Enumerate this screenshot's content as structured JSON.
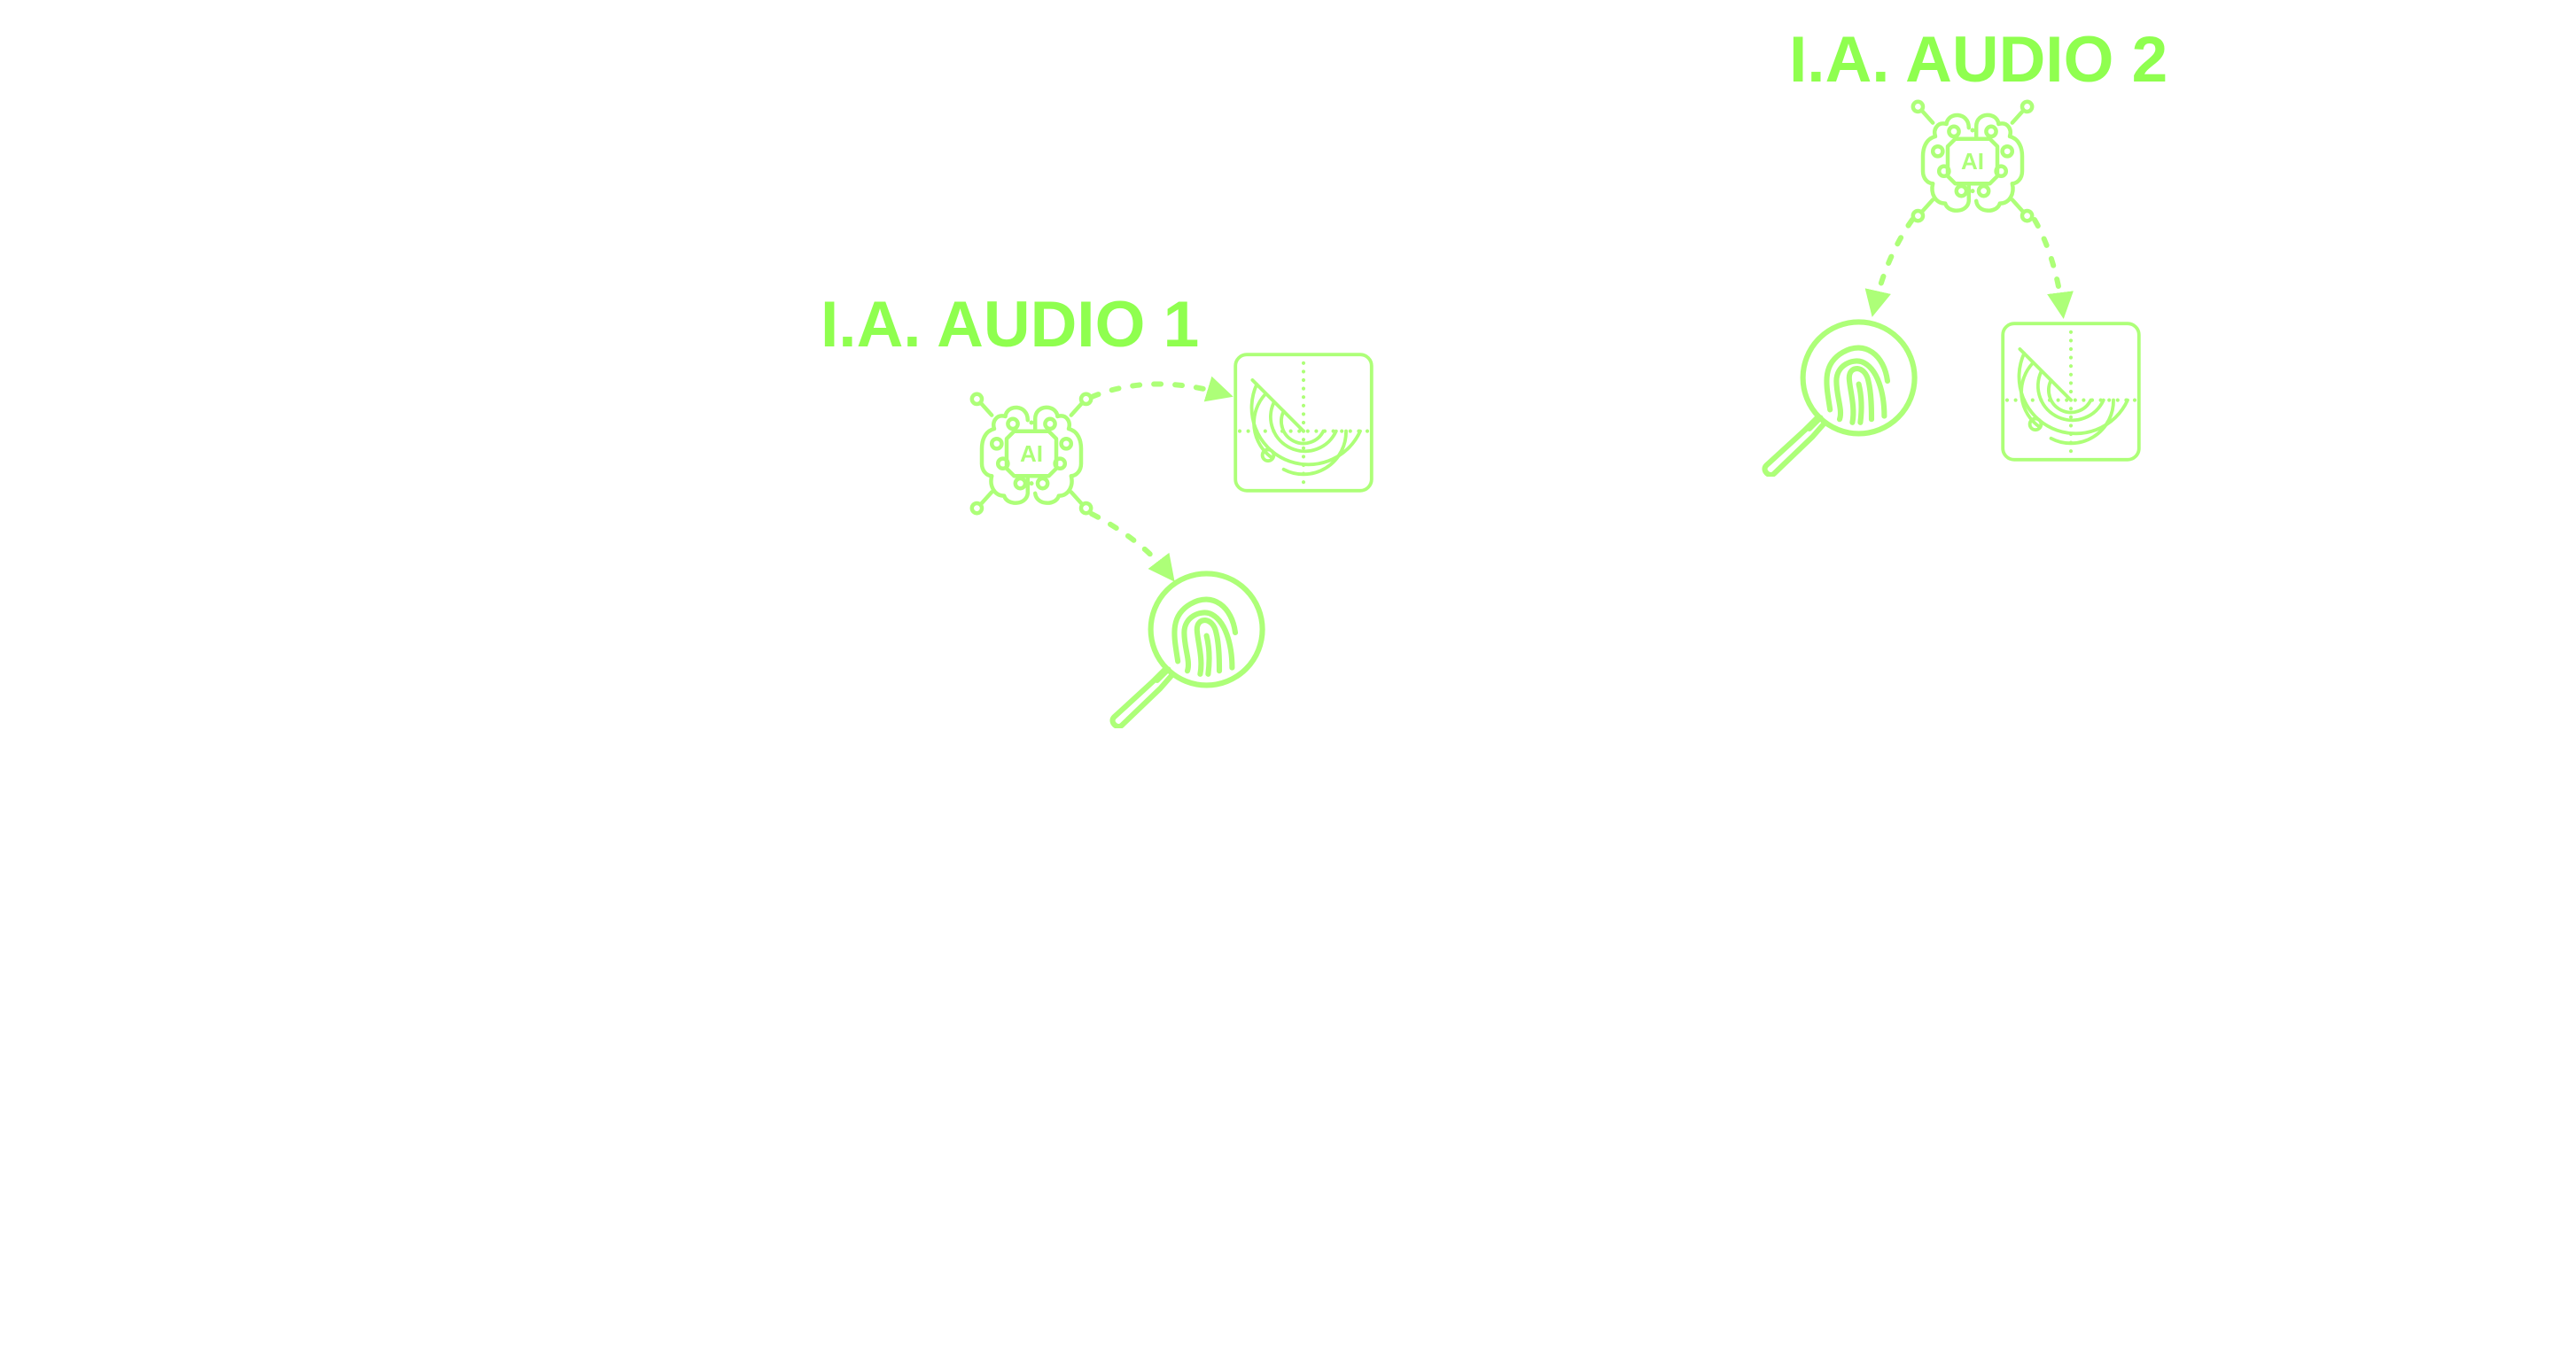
{
  "colors": {
    "title": "#8fff4f",
    "icon": "#adff78"
  },
  "groups": [
    {
      "title": "I.A. AUDIO 1",
      "icons": [
        "ai-brain-icon",
        "radar-icon",
        "fingerprint-magnifier-icon"
      ]
    },
    {
      "title": "I.A. AUDIO 2",
      "icons": [
        "ai-brain-icon",
        "fingerprint-magnifier-icon",
        "radar-icon"
      ]
    }
  ],
  "chip_label": "AI"
}
